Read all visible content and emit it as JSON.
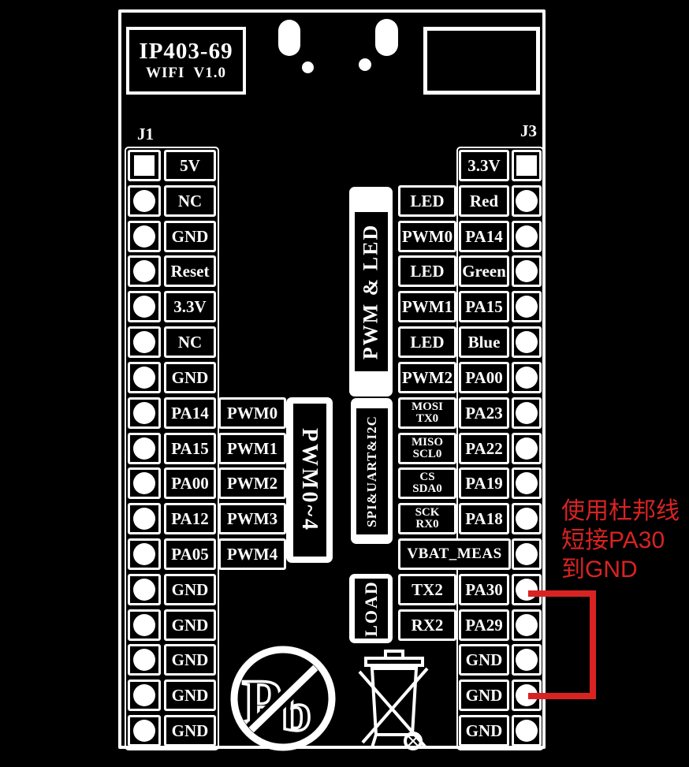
{
  "board": {
    "model": "IP403-69",
    "version": "WIFI  V1.0",
    "j1_header": "J1",
    "j3_header": "J3"
  },
  "j1_rows": [
    {
      "pin": "square",
      "label": "5V"
    },
    {
      "pin": "circle",
      "label": "NC"
    },
    {
      "pin": "circle",
      "label": "GND"
    },
    {
      "pin": "circle",
      "label": "Reset"
    },
    {
      "pin": "circle",
      "label": "3.3V"
    },
    {
      "pin": "circle",
      "label": "NC"
    },
    {
      "pin": "circle",
      "label": "GND"
    },
    {
      "pin": "circle",
      "label": "PA14",
      "label2": "PWM0"
    },
    {
      "pin": "circle",
      "label": "PA15",
      "label2": "PWM1"
    },
    {
      "pin": "circle",
      "label": "PA00",
      "label2": "PWM2"
    },
    {
      "pin": "circle",
      "label": "PA12",
      "label2": "PWM3"
    },
    {
      "pin": "circle",
      "label": "PA05",
      "label2": "PWM4"
    },
    {
      "pin": "circle",
      "label": "GND"
    },
    {
      "pin": "circle",
      "label": "GND"
    },
    {
      "pin": "circle",
      "label": "GND"
    },
    {
      "pin": "circle",
      "label": "GND"
    },
    {
      "pin": "circle",
      "label": "GND"
    }
  ],
  "j3_rows": [
    {
      "pin": "square",
      "name": "3.3V"
    },
    {
      "pin": "circle",
      "func": "LED",
      "name": "Red"
    },
    {
      "pin": "circle",
      "func": "PWM0",
      "name": "PA14"
    },
    {
      "pin": "circle",
      "func": "LED",
      "name": "Green"
    },
    {
      "pin": "circle",
      "func": "PWM1",
      "name": "PA15"
    },
    {
      "pin": "circle",
      "func": "LED",
      "name": "Blue"
    },
    {
      "pin": "circle",
      "func": "PWM2",
      "name": "PA00"
    },
    {
      "pin": "circle",
      "func": "MOSI\nTX0",
      "name": "PA23"
    },
    {
      "pin": "circle",
      "func": "MISO\nSCL0",
      "name": "PA22"
    },
    {
      "pin": "circle",
      "func": "CS\nSDA0",
      "name": "PA19"
    },
    {
      "pin": "circle",
      "func": "SCK\nRX0",
      "name": "PA18"
    },
    {
      "pin": "circle",
      "wide": "VBAT_MEAS"
    },
    {
      "pin": "circle",
      "func": "TX2",
      "name": "PA30"
    },
    {
      "pin": "circle",
      "func": "RX2",
      "name": "PA29"
    },
    {
      "pin": "circle",
      "name": "GND"
    },
    {
      "pin": "circle",
      "name": "GND"
    },
    {
      "pin": "circle",
      "name": "GND"
    }
  ],
  "groups": {
    "pwm_led": "PWM & LED",
    "spi_uart_i2c": "SPI&UART&I2C",
    "pwm0_4": "PWM0~4",
    "load": "LOAD"
  },
  "annotation": {
    "lines": [
      "使用杜邦线",
      "短接PA30",
      "到GND"
    ],
    "color": "#d92323"
  },
  "colors": {
    "silkscreen": "#ffffff",
    "background": "#000000",
    "annotation_red": "#d92323"
  }
}
